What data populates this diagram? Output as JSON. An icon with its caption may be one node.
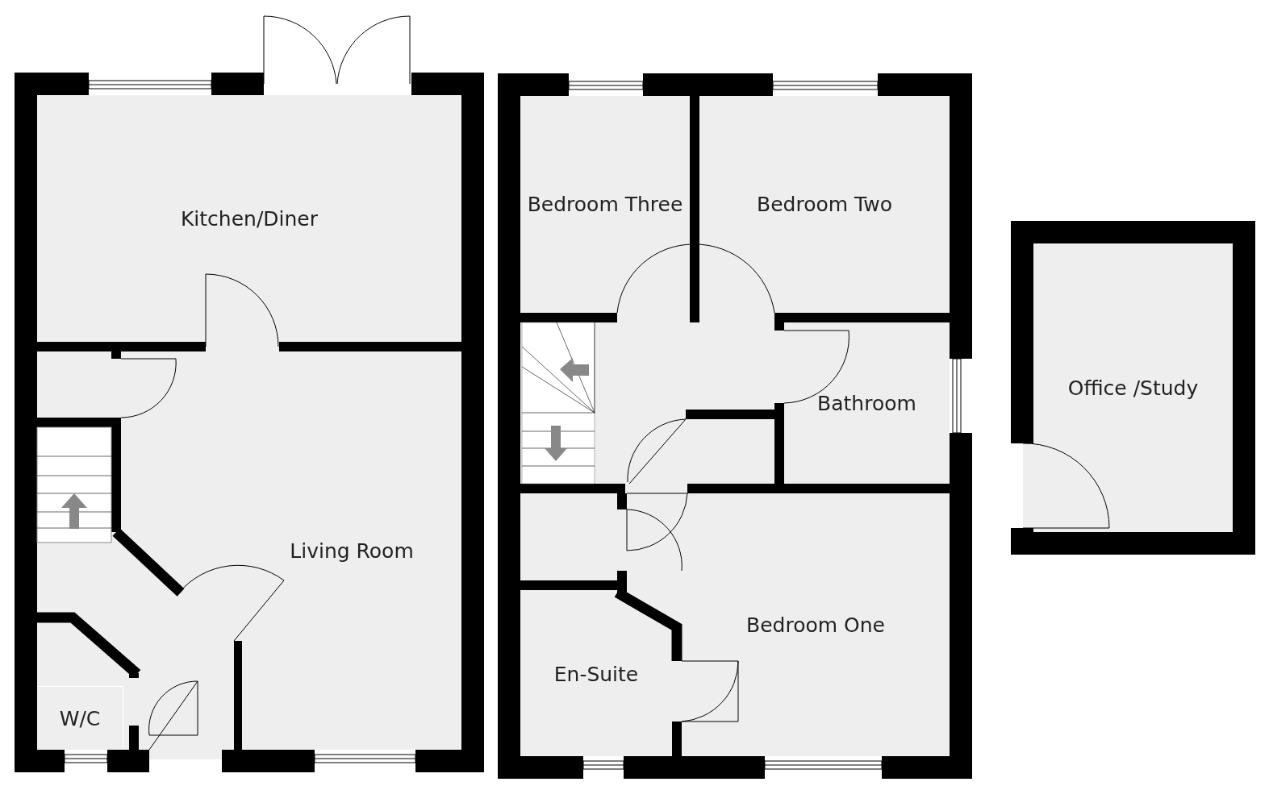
{
  "diagram": {
    "nodes": [
      {
        "text": [
          "Kitchen/Diner"
        ]
      },
      {
        "text": [
          "Living Room"
        ]
      },
      {
        "text": [
          "W/C"
        ]
      },
      {
        "text": [
          "Bedroom Three"
        ]
      },
      {
        "text": [
          "Bedroom Two"
        ]
      },
      {
        "text": [
          "Bathroom"
        ]
      },
      {
        "text": [
          "Bedroom One"
        ]
      },
      {
        "text": [
          "En-Suite"
        ]
      },
      {
        "text": [
          "Office /Study"
        ]
      }
    ],
    "edges": []
  }
}
